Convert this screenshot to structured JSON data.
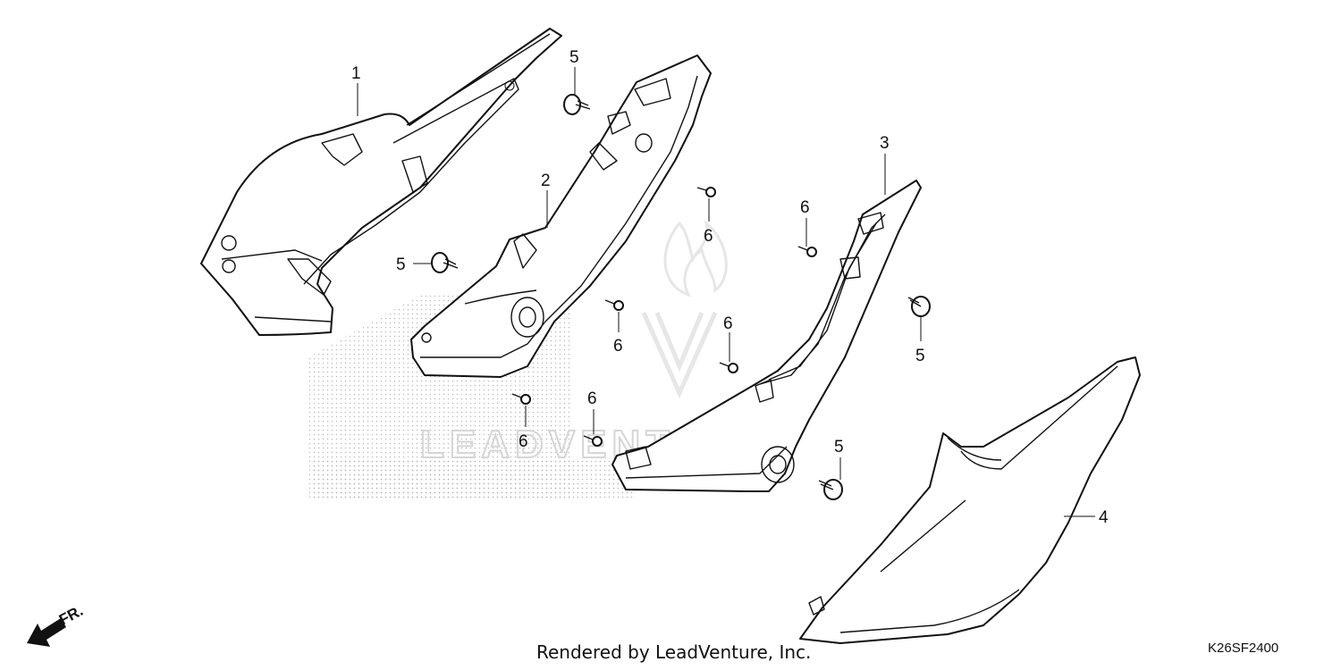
{
  "diagram": {
    "callouts": {
      "part_1": "1",
      "part_2": "2",
      "part_3": "3",
      "part_4": "4",
      "bolt_5": "5",
      "screw_6": "6"
    },
    "front_indicator": "FR.",
    "watermark_text": "LEADVENTURE",
    "footer": {
      "credit": "Rendered by LeadVenture, Inc.",
      "code": "K26SF2400"
    }
  }
}
